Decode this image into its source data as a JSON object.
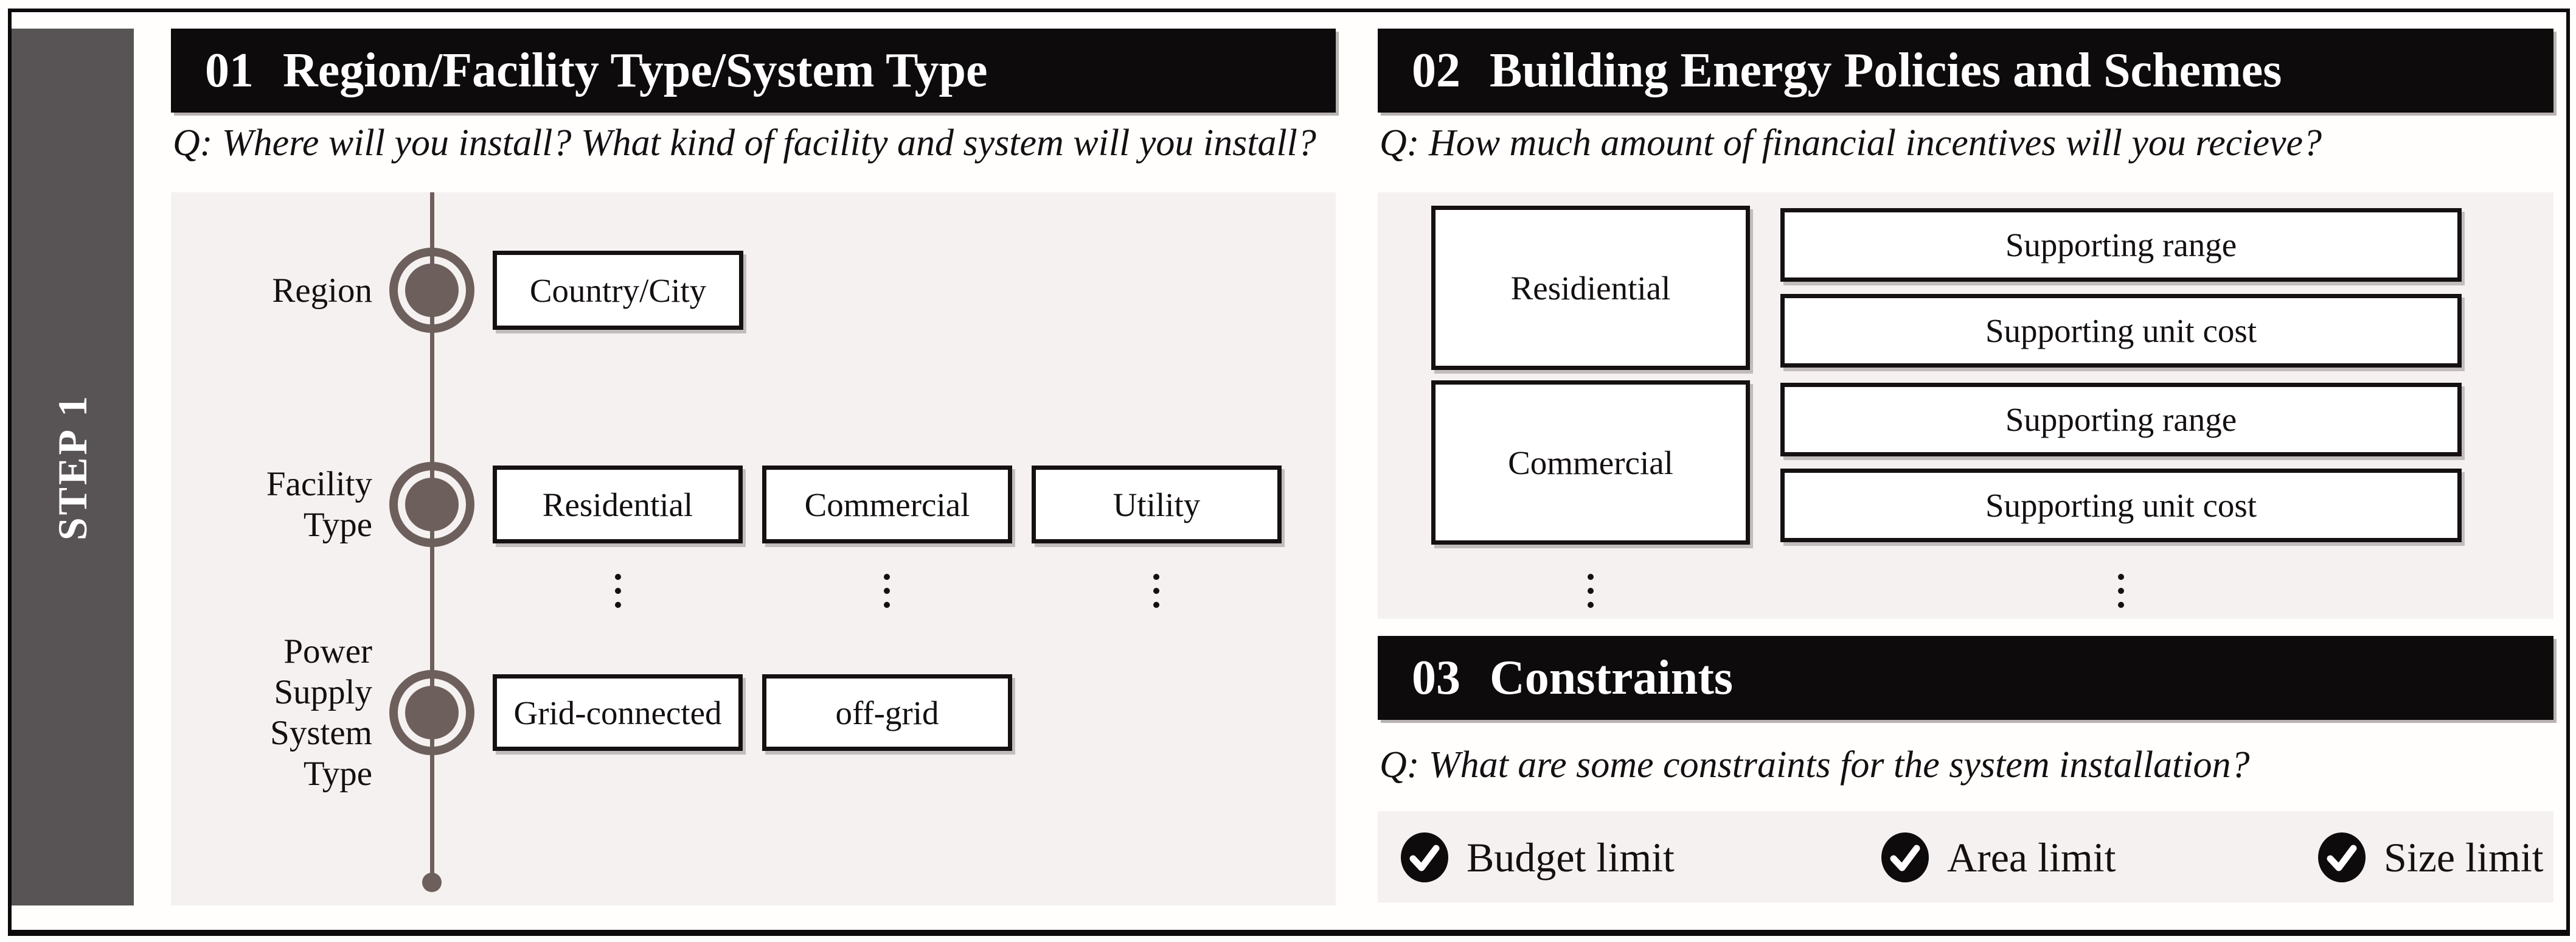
{
  "colors": {
    "header_bg": "#0e0b0c",
    "header_text": "#ffffff",
    "panel_bg": "#f5f1f0",
    "step_bar_bg": "#585455",
    "timeline": "#6d605c",
    "box_border": "#151011",
    "text": "#141011"
  },
  "step": {
    "label": "STEP 1"
  },
  "s1": {
    "number": "01",
    "title": "Region/Facility Type/System Type",
    "question": "Q: Where will you install? What kind of facility and system will you install?",
    "row1_label": "Region",
    "row1_box": "Country/City",
    "row2_label_lines": [
      "Facility",
      "Type"
    ],
    "row2_boxes": [
      "Residential",
      "Commercial",
      "Utility"
    ],
    "row3_label_lines": [
      "Power",
      "Supply",
      "System",
      "Type"
    ],
    "row3_boxes": [
      "Grid-connected",
      "off-grid"
    ]
  },
  "s2": {
    "number": "02",
    "title": "Building Energy Policies and Schemes",
    "question": "Q: How much amount of financial incentives will you recieve?",
    "groups": [
      {
        "category": "Residiential",
        "items": [
          "Supporting range",
          "Supporting unit cost"
        ]
      },
      {
        "category": "Commercial",
        "items": [
          "Supporting range",
          "Supporting unit cost"
        ]
      }
    ]
  },
  "s3": {
    "number": "03",
    "title": "Constraints",
    "question": "Q: What are some constraints for the system installation?",
    "items": [
      "Budget limit",
      "Area limit",
      "Size limit"
    ]
  }
}
